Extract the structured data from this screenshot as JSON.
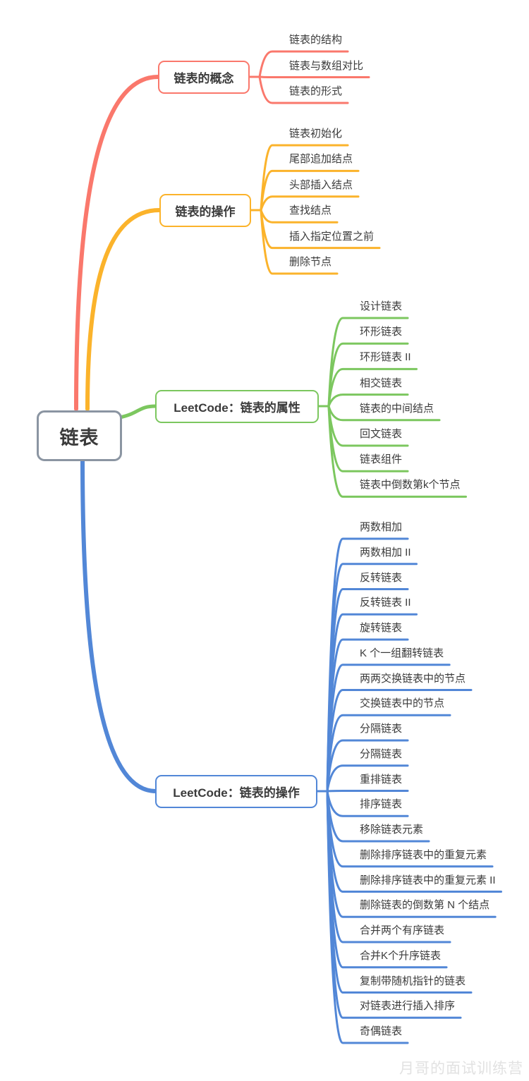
{
  "root": {
    "label": "链表",
    "border_color": "#8b95a2"
  },
  "branches": [
    {
      "label": "链表的概念",
      "color": "#fa786c",
      "children": [
        "链表的结构",
        "链表与数组对比",
        "链表的形式"
      ]
    },
    {
      "label": "链表的操作",
      "color": "#fbb32b",
      "children": [
        "链表初始化",
        "尾部追加结点",
        "头部插入结点",
        "查找结点",
        "插入指定位置之前",
        "删除节点"
      ]
    },
    {
      "label": "LeetCode：链表的属性",
      "color": "#7cc75f",
      "children": [
        "设计链表",
        "环形链表",
        "环形链表 II",
        "相交链表",
        "链表的中间结点",
        "回文链表",
        "链表组件",
        "链表中倒数第k个节点"
      ]
    },
    {
      "label": "LeetCode：链表的操作",
      "color": "#5287d7",
      "children": [
        "两数相加",
        "两数相加 II",
        "反转链表",
        "反转链表 II",
        "旋转链表",
        "K 个一组翻转链表",
        "两两交换链表中的节点",
        "交换链表中的节点",
        "分隔链表",
        "分隔链表",
        "重排链表",
        "排序链表",
        "移除链表元素",
        "删除排序链表中的重复元素",
        "删除排序链表中的重复元素 II",
        "删除链表的倒数第 N 个结点",
        "合并两个有序链表",
        "合并K个升序链表",
        "复制带随机指针的链表",
        "对链表进行插入排序",
        "奇偶链表"
      ]
    }
  ],
  "watermark": "月哥的面试训练营"
}
